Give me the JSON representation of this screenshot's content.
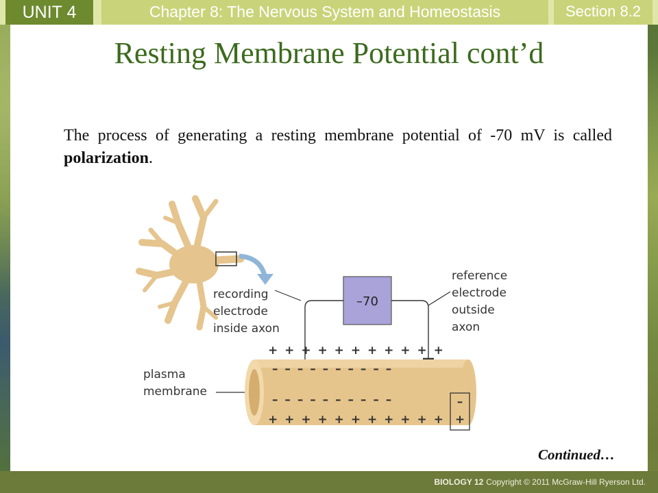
{
  "header": {
    "unit": "UNIT 4",
    "chapter": "Chapter 8: The Nervous System and Homeostasis",
    "section": "Section 8.2"
  },
  "slide": {
    "title": "Resting Membrane Potential cont’d",
    "body_before": "The process of generating a resting membrane potential of -70 mV is called ",
    "body_bold": "polarization",
    "body_after": ".",
    "continued": "Continued…"
  },
  "diagram": {
    "meter_value": "–70",
    "recording_label": [
      "recording",
      "electrode",
      "inside axon"
    ],
    "reference_label": [
      "reference",
      "electrode",
      "outside",
      "axon"
    ],
    "membrane_label": [
      "plasma",
      "membrane"
    ],
    "charges": {
      "outer_top": "+ + + + + + + + + + +",
      "inner_top": "– – – – – – – – – –",
      "inner_bottom": "– – – – – – – – – –",
      "outer_bottom": "+ + + + + + + + + + +",
      "boxed_inner": "–",
      "boxed_outer": "+"
    },
    "colors": {
      "meter": "#a9a3da",
      "axon": "#e6c58d",
      "neuron": "#e5c48e",
      "arrow": "#8fb6d8"
    }
  },
  "footer": {
    "brand": "BIOLOGY 12",
    "copyright": "Copyright © 2011 McGraw-Hill Ryerson Ltd."
  }
}
